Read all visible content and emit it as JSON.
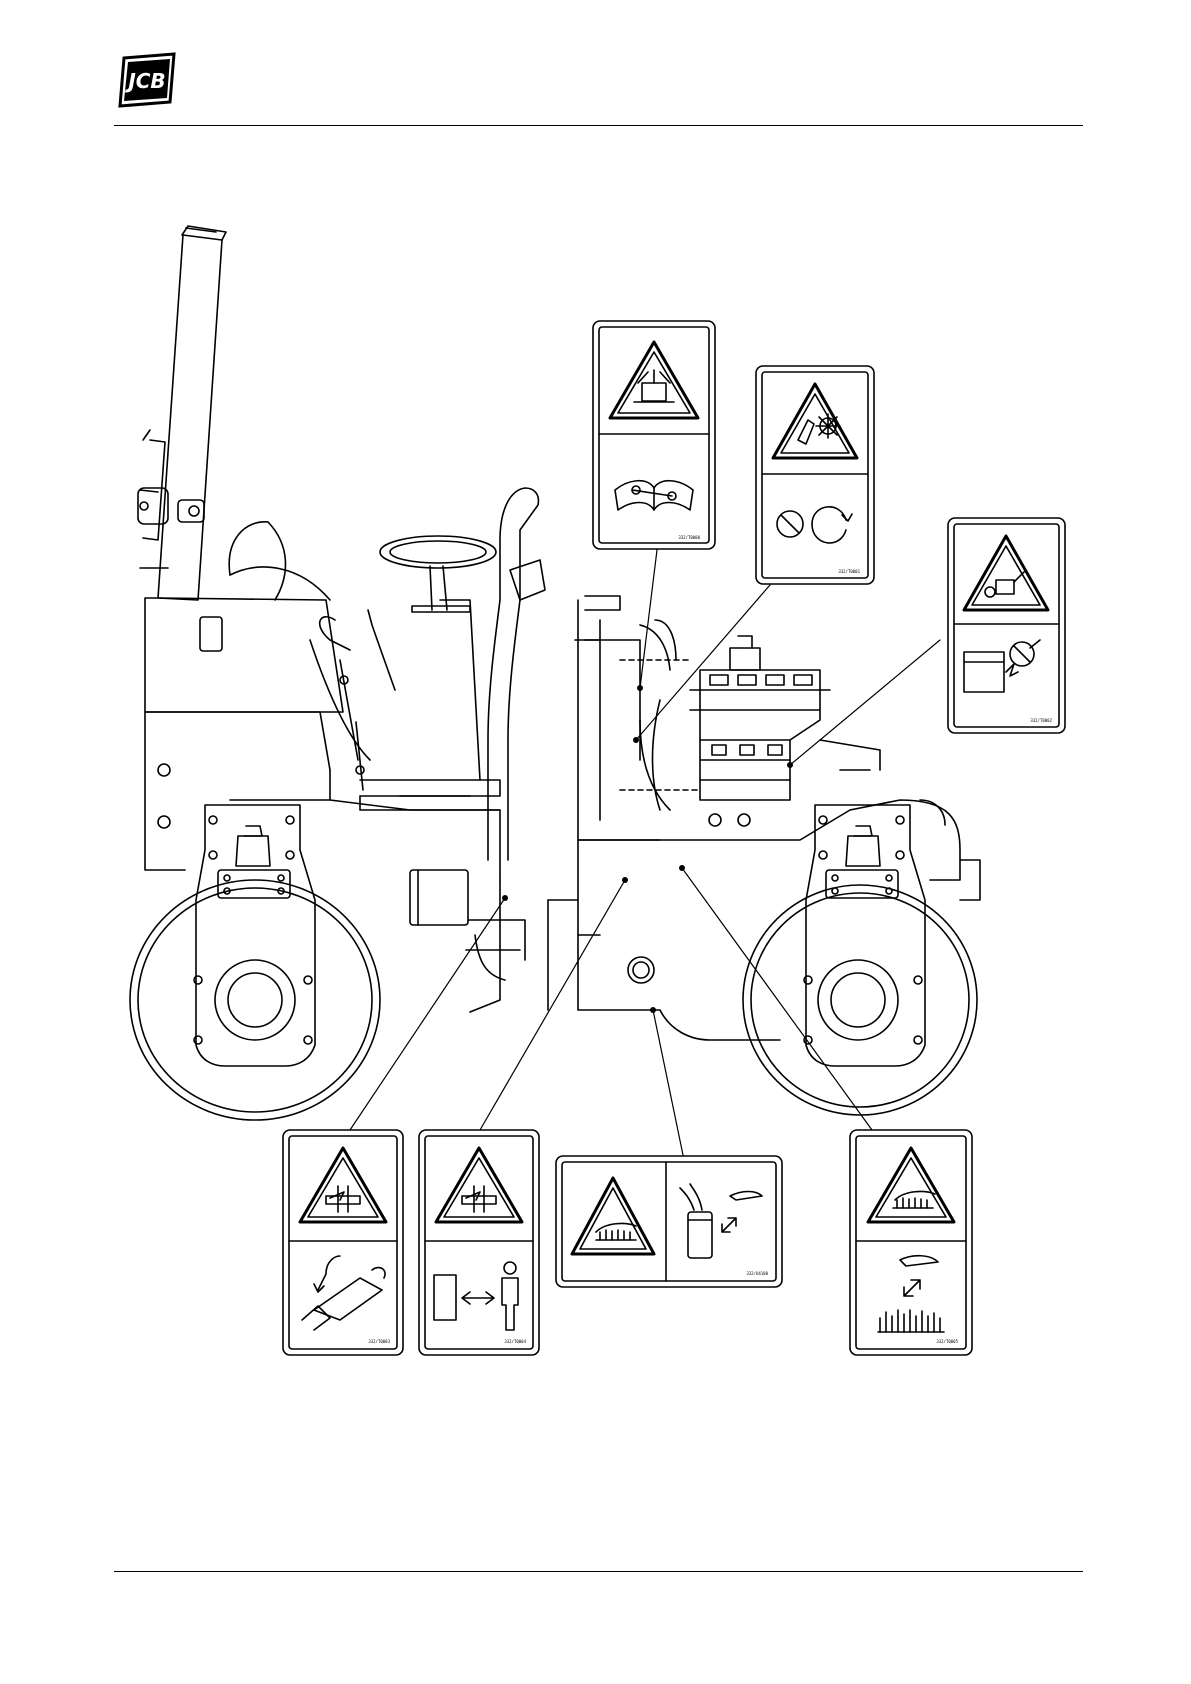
{
  "header": {
    "logo_text": "JCB"
  },
  "decals": [
    {
      "code": "332/T0000"
    },
    {
      "code": "332/T0001"
    },
    {
      "code": "332/T0002"
    },
    {
      "code": "332/T0003"
    },
    {
      "code": "332/T0004"
    },
    {
      "code": "332/U4100"
    },
    {
      "code": "332/T0005"
    }
  ],
  "icons": {
    "logo": "jcb-logo-icon",
    "machine": "tandem-roller-illustration",
    "warnings": [
      "read-manual-icon",
      "rotating-fan-icon",
      "battery-explosion-icon",
      "crush-hazard-icon",
      "hot-surface-icon"
    ]
  },
  "colors": {
    "ink": "#000000",
    "paper": "#ffffff"
  }
}
